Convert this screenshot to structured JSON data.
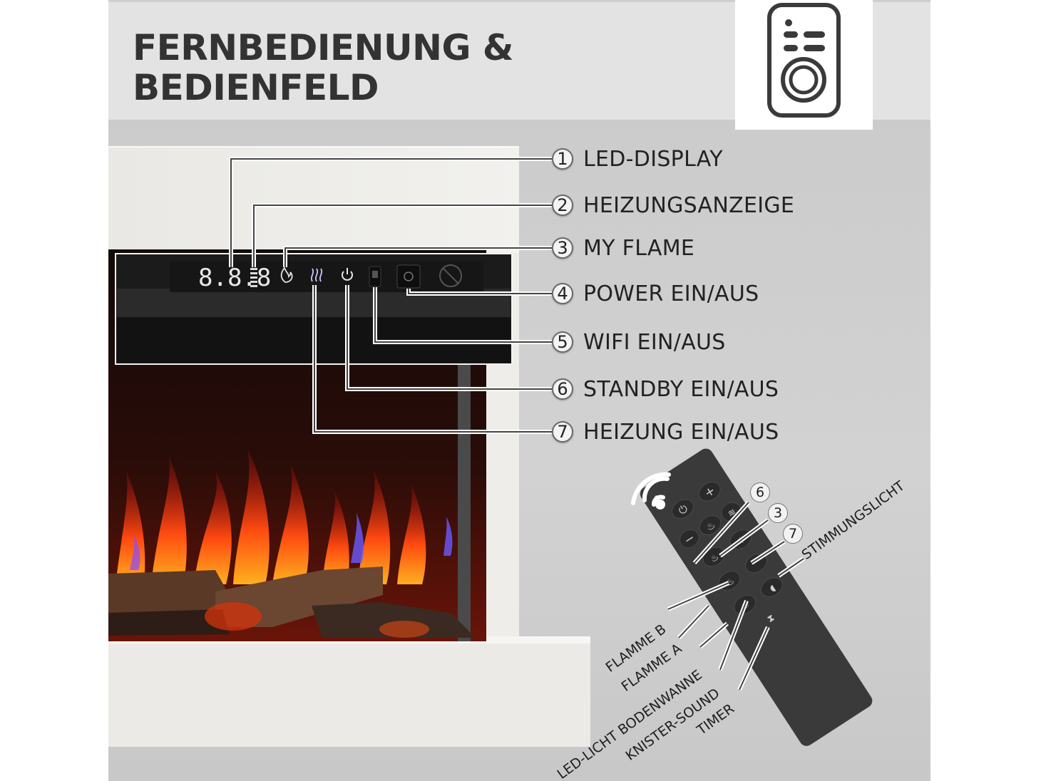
{
  "header": {
    "title_line1": "FERNBEDIENUNG &",
    "title_line2": "BEDIENFELD"
  },
  "display": {
    "digits": "8.8.8"
  },
  "callouts": [
    {
      "num": "1",
      "label": "LED-DISPLAY"
    },
    {
      "num": "2",
      "label": "HEIZUNGSANZEIGE"
    },
    {
      "num": "3",
      "label": "MY FLAME"
    },
    {
      "num": "4",
      "label": "POWER EIN/AUS"
    },
    {
      "num": "5",
      "label": "WIFI EIN/AUS"
    },
    {
      "num": "6",
      "label": "STANDBY EIN/AUS"
    },
    {
      "num": "7",
      "label": "HEIZUNG EIN/AUS"
    }
  ],
  "remote": {
    "numbers": [
      "6",
      "3",
      "7"
    ],
    "labels": {
      "stimmungslicht": "STIMMUNGSLICHT",
      "flamme_b": "FLAMME B",
      "flamme_a": "FLAMME A",
      "led_licht": "LED-LICHT BODENWANNE",
      "knister": "KNISTER-SOUND",
      "timer": "TIMER"
    }
  },
  "colors": {
    "header_text": "#333333",
    "panel_bg": "#cfcfcf",
    "mantel": "#ecebe7",
    "remote_body": "#3a3a3a"
  }
}
